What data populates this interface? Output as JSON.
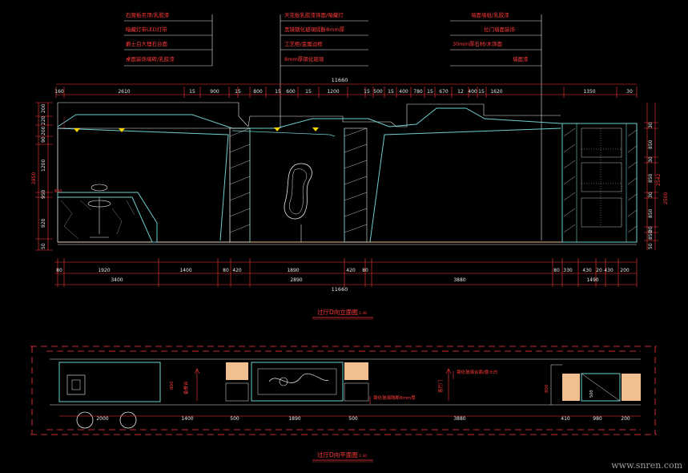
{
  "annotations": {
    "left": [
      "石膏板吊顶/乳胶漆",
      "暗藏灯带LED灯带",
      "爵士白大理石台面",
      "桌面装饰墙砖/乳胶漆"
    ],
    "middle": [
      "天花板乳胶漆饰面/暗藏灯",
      "黑镜钢化玻璃隔断8mm厚",
      "工艺柜/金属边框",
      "8mm厚钢化玻璃"
    ],
    "right": [
      "墙面墙纸/乳胶漆",
      "拉门墙面装饰",
      "30mm厚石材/木饰面",
      "墙面漆"
    ]
  },
  "elevation": {
    "overall_top": "11660",
    "top_dims": [
      "160",
      "2610",
      "15",
      "900",
      "15",
      "800",
      "15",
      "600",
      "15",
      "1200",
      "15",
      "500",
      "15",
      "400",
      "780",
      "15",
      "670",
      "12",
      "400",
      "15",
      "1620",
      "1350",
      "30"
    ],
    "left_dims": [
      "200",
      "220",
      "200",
      "90",
      "1200",
      "950",
      "920",
      "50"
    ],
    "left_total": "2850",
    "right_dims": [
      "30",
      "850",
      "30",
      "850",
      "30",
      "850",
      "30",
      "850",
      "50"
    ],
    "right_total_a": "2542",
    "right_total_b": "2500",
    "bottom_dims_1": [
      "80",
      "1920",
      "1400",
      "80",
      "420",
      "1890",
      "420",
      "80",
      "80",
      "330",
      "430",
      "20",
      "430",
      "200"
    ],
    "bottom_dims_2": [
      "3400",
      "2890",
      "3880",
      "1490"
    ],
    "overall_bottom": "11660",
    "title": "过厅D向立面图",
    "scale": "1:30"
  },
  "plan": {
    "dims_bottom": [
      "2000",
      "1400",
      "500",
      "1890",
      "500",
      "3880",
      "410",
      "980",
      "200"
    ],
    "dim_800_left": "800",
    "dim_800_right": "800",
    "dim_500": "500",
    "label_left": "备餐台",
    "label_center": "钢化玻璃隔断8mm厚",
    "label_right": "客厅门",
    "label_right_top": "钢化玻璃台面/爵士白",
    "title": "过厅D向平面图",
    "scale": "1:30"
  },
  "watermark": "www.snren.com",
  "colors": {
    "dim": "#ff3a3a",
    "outline": "#e8e8e8",
    "ceiling": "#6ecfcf",
    "wall_fill": "#f0c090",
    "glass": "#6ecfcf",
    "light": "#ffd400"
  }
}
